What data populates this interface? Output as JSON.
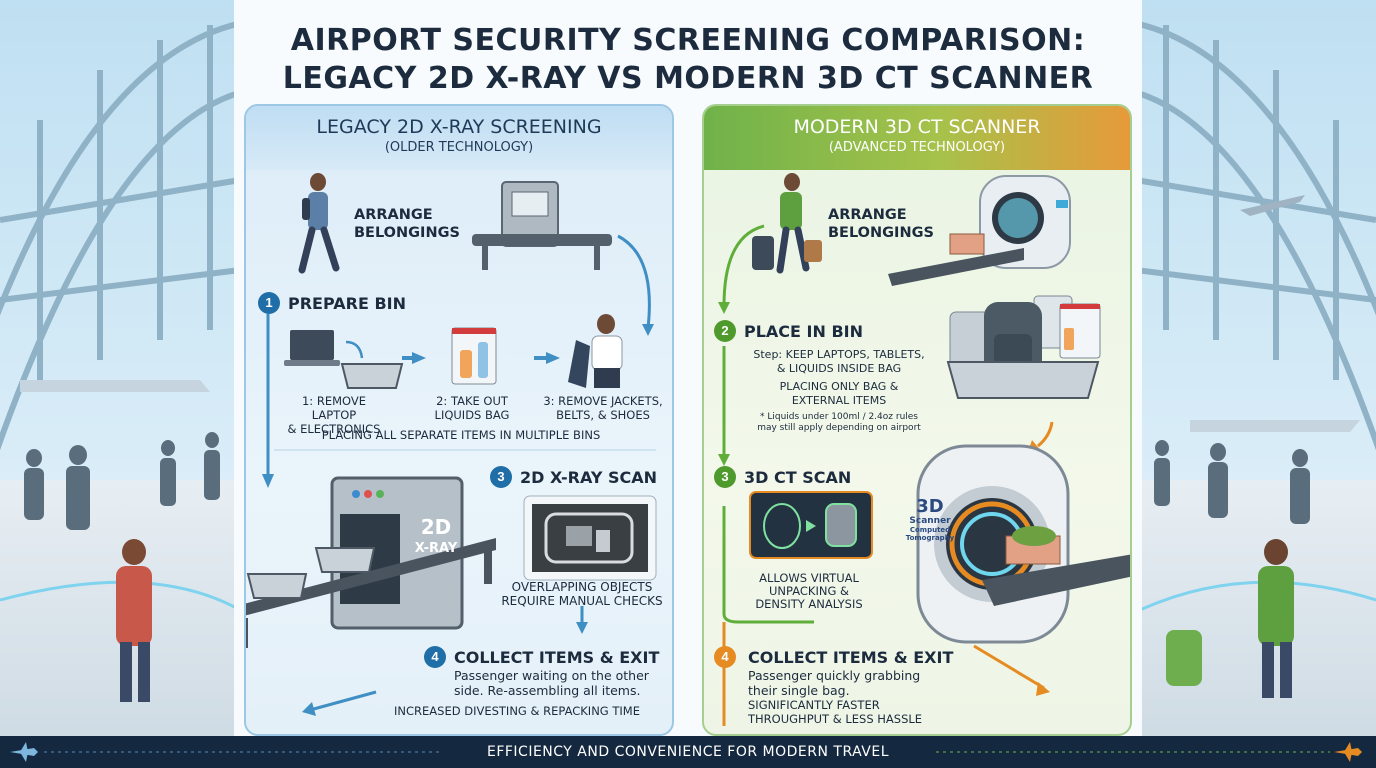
{
  "title_line1": "AIRPORT SECURITY SCREENING COMPARISON:",
  "title_line2": "LEGACY 2D X-RAY VS MODERN 3D CT SCANNER",
  "left": {
    "heading": "LEGACY 2D X-RAY SCREENING",
    "subheading": "(OLDER TECHNOLOGY)",
    "intro": [
      "ARRANGE",
      "BELONGINGS"
    ],
    "step1": {
      "num": "1",
      "title": "PREPARE BIN"
    },
    "sub_steps": [
      {
        "line1": "1: REMOVE LAPTOP",
        "line2": "& ELECTRONICS"
      },
      {
        "line1": "2: TAKE OUT",
        "line2": "LIQUIDS BAG"
      },
      {
        "line1": "3: REMOVE JACKETS,",
        "line2": "BELTS, & SHOES"
      }
    ],
    "bins_note": "PLACING ALL SEPARATE ITEMS IN MULTIPLE BINS",
    "machine_label": [
      "2D",
      "X-RAY"
    ],
    "step3": {
      "num": "3",
      "title": "2D X-RAY SCAN"
    },
    "scan_note": [
      "OVERLAPPING OBJECTS",
      "REQUIRE MANUAL CHECKS"
    ],
    "step4": {
      "num": "4",
      "title": "COLLECT ITEMS & EXIT"
    },
    "exit_text": [
      "Passenger waiting on the other",
      "side. Re-assembling all items."
    ],
    "exit_note": "INCREASED DIVESTING & REPACKING TIME"
  },
  "right": {
    "heading": "MODERN 3D CT SCANNER",
    "subheading": "(ADVANCED TECHNOLOGY)",
    "intro": [
      "ARRANGE",
      "BELONGINGS"
    ],
    "step2": {
      "num": "2",
      "title": "PLACE IN BIN"
    },
    "step2_text": [
      "Step: KEEP LAPTOPS, TABLETS,",
      "& LIQUIDS INSIDE BAG"
    ],
    "step2_note": [
      "PLACING ONLY BAG &",
      "EXTERNAL ITEMS"
    ],
    "liquids_note": [
      "* Liquids under 100ml / 2.4oz rules",
      "may still apply depending on airport"
    ],
    "step3": {
      "num": "3",
      "title": "3D CT SCAN"
    },
    "scan_note": [
      "ALLOWS VIRTUAL",
      "UNPACKING &",
      "DENSITY ANALYSIS"
    ],
    "machine_label": [
      "3D",
      "Scanner",
      "Computed",
      "Tomography"
    ],
    "step4": {
      "num": "4",
      "title": "COLLECT ITEMS & EXIT"
    },
    "exit_text": [
      "Passenger quickly grabbing",
      "their single bag."
    ],
    "exit_note": [
      "SIGNIFICANTLY FASTER",
      "THROUGHPUT & LESS HASSLE"
    ]
  },
  "footer": "EFFICIENCY AND CONVENIENCE FOR MODERN TRAVEL"
}
